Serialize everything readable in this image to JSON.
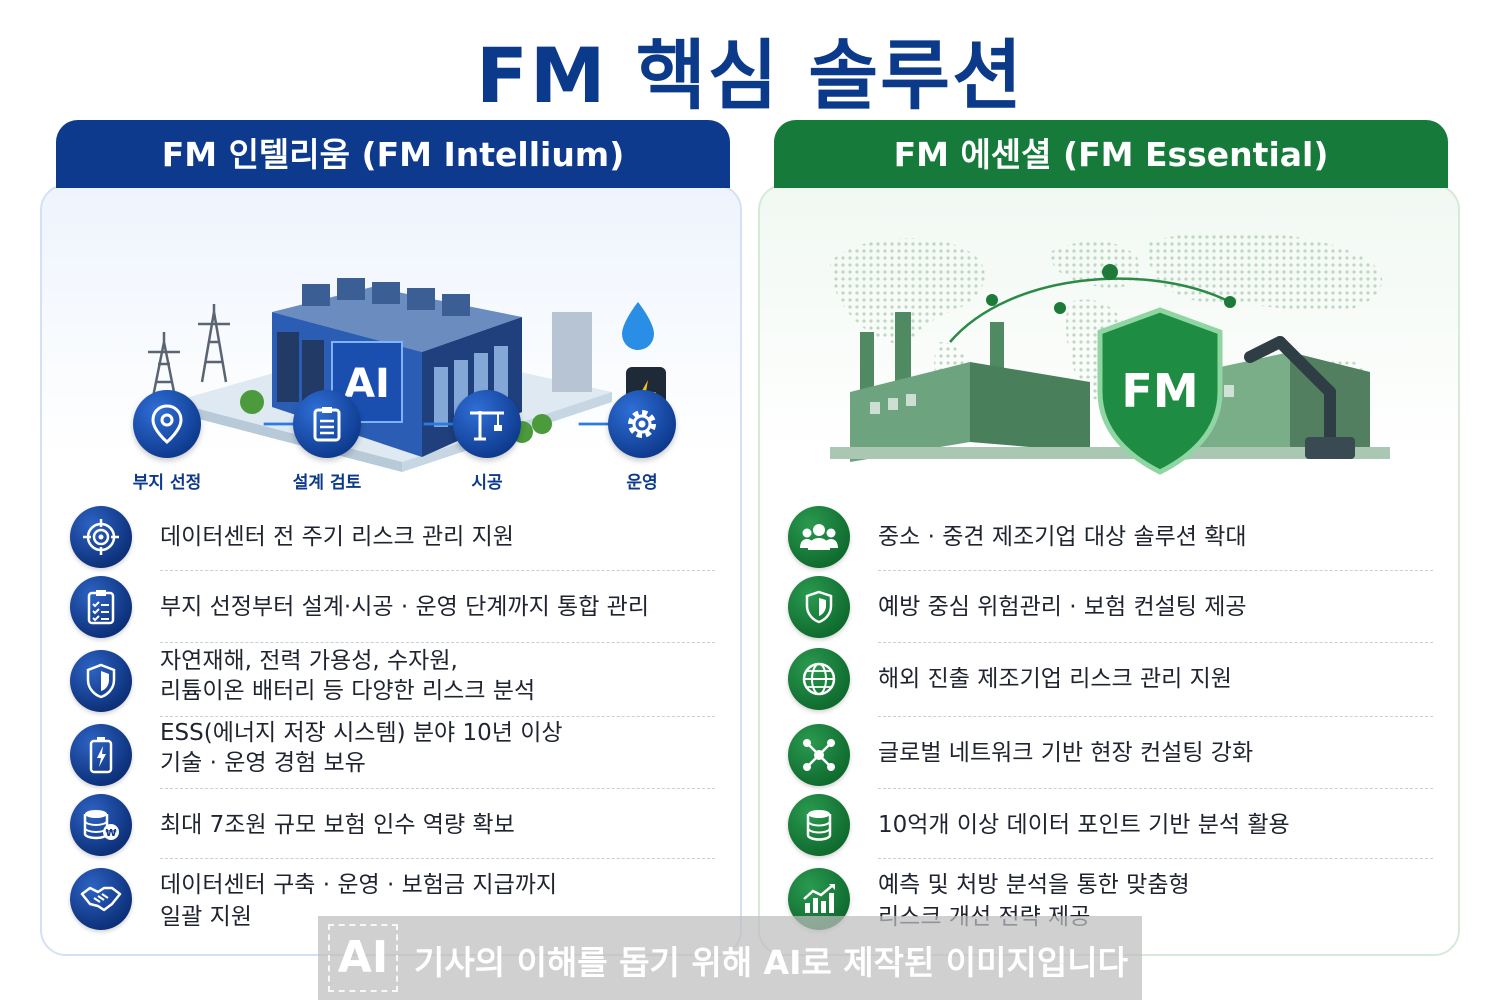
{
  "title": "FM 핵심 솔루션",
  "left": {
    "header": "FM 인텔리움 (FM Intellium)",
    "hero_label": "AI",
    "steps": [
      {
        "label": "부지 선정",
        "icon": "location-pin-icon"
      },
      {
        "label": "설계 검토",
        "icon": "clipboard-icon"
      },
      {
        "label": "시공",
        "icon": "crane-icon"
      },
      {
        "label": "운영",
        "icon": "gear-icon"
      }
    ],
    "items": [
      {
        "icon": "target-icon",
        "lines": [
          "데이터센터 전 주기 리스크 관리 지원"
        ]
      },
      {
        "icon": "checklist-icon",
        "lines": [
          "부지 선정부터 설계·시공 · 운영 단계까지 통합 관리"
        ]
      },
      {
        "icon": "shield-icon",
        "lines": [
          "자연재해, 전력 가용성, 수자원,",
          "리튬이온 배터리 등 다양한 리스크 분석"
        ]
      },
      {
        "icon": "battery-icon",
        "lines": [
          "ESS(에너지 저장 시스템) 분야 10년 이상",
          "기술 · 운영 경험 보유"
        ]
      },
      {
        "icon": "coins-icon",
        "lines": [
          "최대 7조원 규모 보험 인수 역량 확보"
        ]
      },
      {
        "icon": "handshake-icon",
        "lines": [
          "데이터센터 구축 · 운영 · 보험금 지급까지",
          "일괄 지원"
        ]
      }
    ]
  },
  "right": {
    "header": "FM 에센셜 (FM Essential)",
    "hero_label": "FM",
    "items": [
      {
        "icon": "group-icon",
        "lines": [
          "중소 · 중견 제조기업 대상 솔루션 확대"
        ]
      },
      {
        "icon": "shield-check-icon",
        "lines": [
          "예방 중심 위험관리 · 보험 컨설팅 제공"
        ]
      },
      {
        "icon": "globe-icon",
        "lines": [
          "해외 진출 제조기업 리스크 관리 지원"
        ]
      },
      {
        "icon": "network-icon",
        "lines": [
          "글로벌 네트워크 기반 현장 컨설팅 강화"
        ]
      },
      {
        "icon": "database-icon",
        "lines": [
          "10억개 이상 데이터 포인트 기반 분석 활용"
        ]
      },
      {
        "icon": "growth-chart-icon",
        "lines": [
          "예측 및 처방 분석을 통한 맞춤형",
          "리스크 개선 전략 제공"
        ]
      }
    ]
  },
  "watermark": {
    "logo": "AI",
    "text": "기사의 이해를 돕기 위해 AI로 제작된 이미지입니다"
  },
  "colors": {
    "navy": "#0e3a8e",
    "green": "#167a3a",
    "title": "#0b3a8a"
  }
}
